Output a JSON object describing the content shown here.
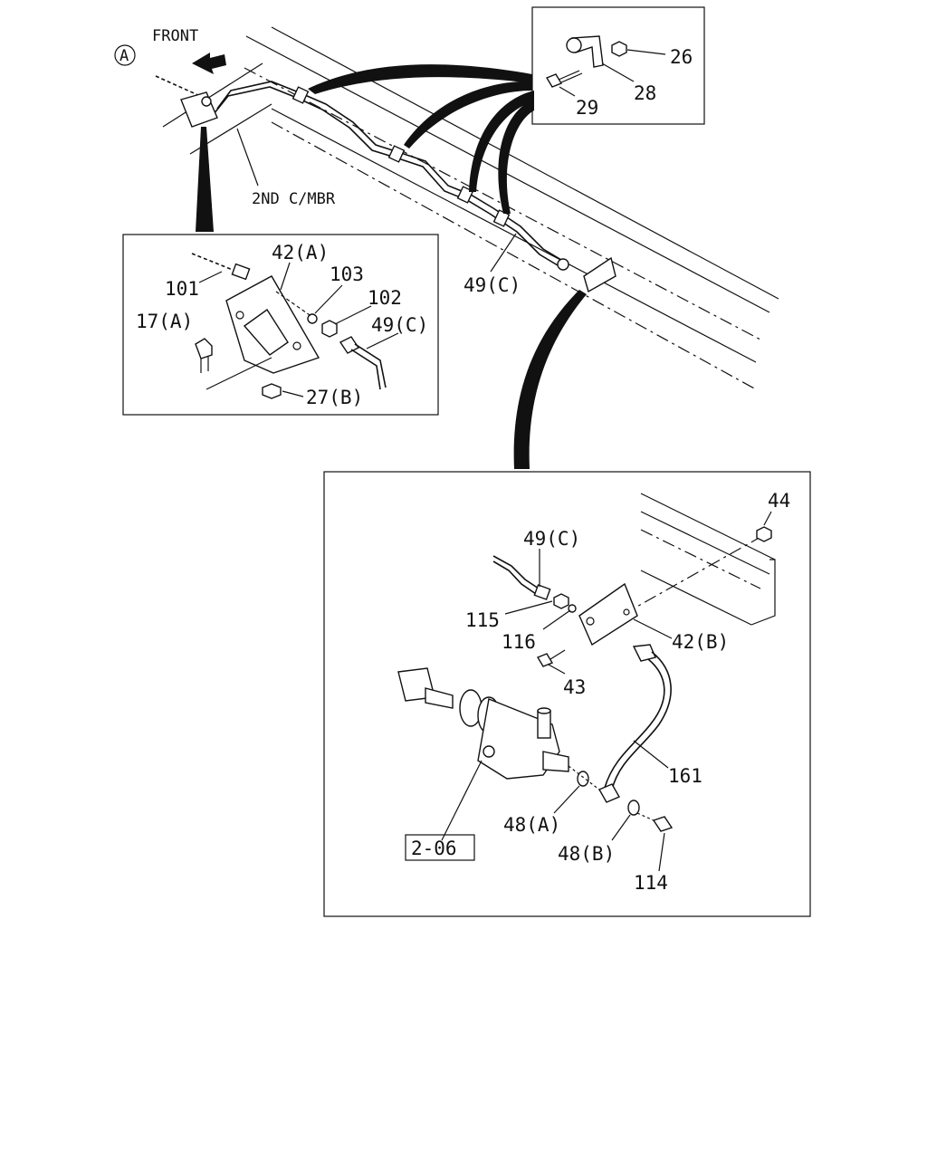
{
  "main_view": {
    "front_label": "FRONT",
    "ref_circle": "A",
    "crossmember_label": "2ND C/MBR",
    "pipe_label": "49(C)"
  },
  "detail_clip": {
    "labels": [
      "26",
      "28",
      "29"
    ]
  },
  "detail_bracket": {
    "labels": [
      "42(A)",
      "101",
      "103",
      "102",
      "17(A)",
      "49(C)",
      "27(B)"
    ]
  },
  "detail_cylinder": {
    "labels": [
      "44",
      "49(C)",
      "115",
      "116",
      "42(B)",
      "43",
      "161",
      "48(A)",
      "48(B)",
      "114"
    ],
    "ref_box": "2-06"
  }
}
